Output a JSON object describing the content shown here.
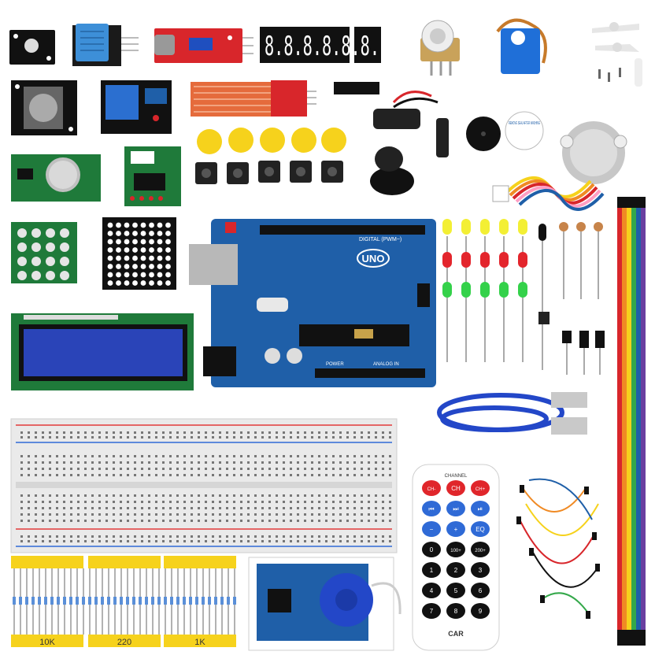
{
  "seven_segment": {
    "digits": "8.8.8.8.8.8."
  },
  "uno_board": {
    "logo": "UNO",
    "digital_label": "DIGITAL (PWM~)",
    "power_label": "POWER",
    "analog_label": "ANALOG IN"
  },
  "buzzer_sticker": {
    "text": "REMOVE SEAL AFTER WASHING"
  },
  "resistor_labels": [
    "10K",
    "220",
    "1K"
  ],
  "remote": {
    "brand": "CAR",
    "top_label": "CHANNEL",
    "rows": [
      [
        "CH-",
        "CH",
        "CH+"
      ],
      [
        "⏮",
        "⏭",
        "⏯"
      ],
      [
        "−",
        "+",
        "EQ"
      ],
      [
        "0",
        "100+",
        "200+"
      ],
      [
        "1",
        "2",
        "3"
      ],
      [
        "4",
        "5",
        "6"
      ],
      [
        "7",
        "8",
        "9"
      ]
    ]
  },
  "colors": {
    "board_blue": "#1f5fa8",
    "module_green": "#1f7a3a",
    "module_red": "#d8262b",
    "lcd_blue": "#1e3a8a",
    "yellow_cap": "#f6d21c"
  }
}
